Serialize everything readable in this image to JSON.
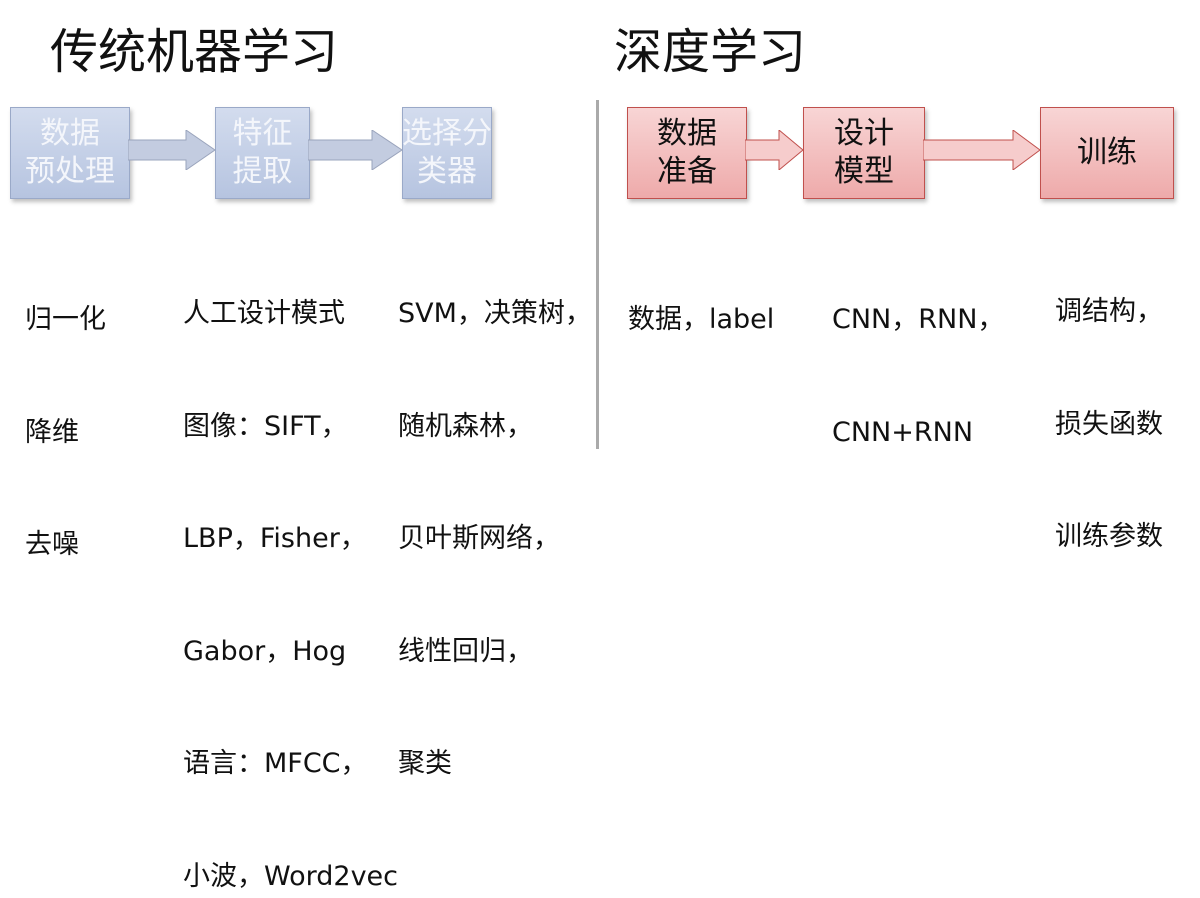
{
  "traditional": {
    "title": "传统机器学习",
    "steps": [
      "数据\n预处理",
      "特征\n提取",
      "选择分\n类器"
    ],
    "details": [
      [
        "归一化",
        "降维",
        "去噪"
      ],
      [
        "人工设计模式",
        "图像：SIFT，",
        "LBP，Fisher，",
        "Gabor，Hog",
        "语言：MFCC，",
        "小波，Word2vec"
      ],
      [
        "SVM，决策树，",
        "随机森林，",
        "贝叶斯网络，",
        "线性回归，",
        "聚类"
      ]
    ]
  },
  "deep": {
    "title": "深度学习",
    "steps": [
      "数据\n准备",
      "设计\n模型",
      "训练"
    ],
    "details": [
      [
        "数据，label"
      ],
      [
        "CNN，RNN，",
        "CNN+RNN"
      ],
      [
        "调结构，",
        "损失函数",
        "训练参数"
      ]
    ]
  },
  "colors": {
    "traditional_box": "#c3cfe6",
    "deep_box": "#f2b9b9",
    "deep_border": "#c0504d"
  }
}
